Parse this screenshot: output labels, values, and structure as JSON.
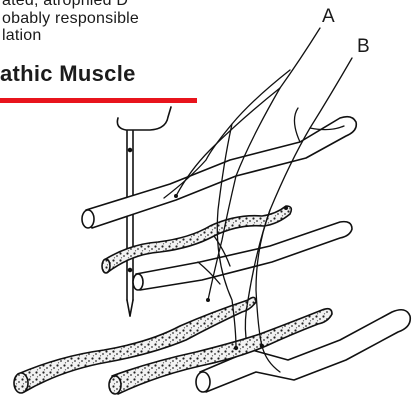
{
  "caption": {
    "line_1": "ated, atrophied D",
    "line_2": "obably responsible",
    "line_3": "lation"
  },
  "heading": "athic Muscle",
  "accent_color": "#e8141c",
  "labels": {
    "a": "A",
    "b": "B"
  }
}
